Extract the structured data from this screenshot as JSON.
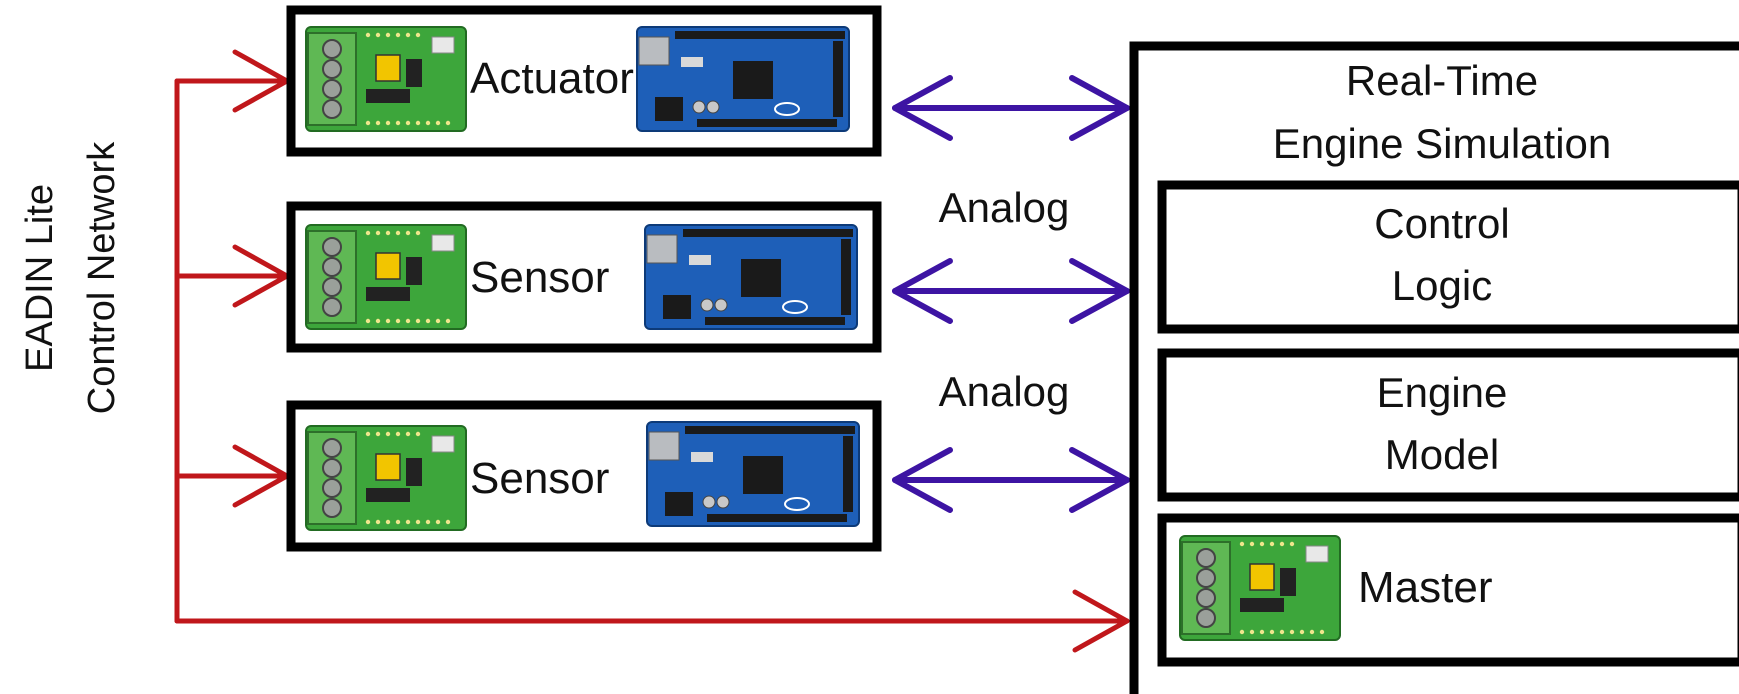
{
  "network": {
    "line1": "EADIN Lite",
    "line2": "Control Network"
  },
  "nodes": [
    {
      "label": "Actuator"
    },
    {
      "label": "Sensor"
    },
    {
      "label": "Sensor"
    }
  ],
  "links": {
    "analog_1": "Analog",
    "analog_2": "Analog"
  },
  "simulation": {
    "title_line1": "Real-Time",
    "title_line2": "Engine Simulation",
    "control_line1": "Control",
    "control_line2": "Logic",
    "engine_line1": "Engine",
    "engine_line2": "Model",
    "master": "Master"
  },
  "colors": {
    "network_arrow": "#c0171b",
    "analog_arrow": "#3d14a3",
    "box_border": "#000000",
    "clickboard_pcb": "#3da63b",
    "terminal_block": "#5fb854",
    "arduino_pcb": "#1e5fb8"
  }
}
